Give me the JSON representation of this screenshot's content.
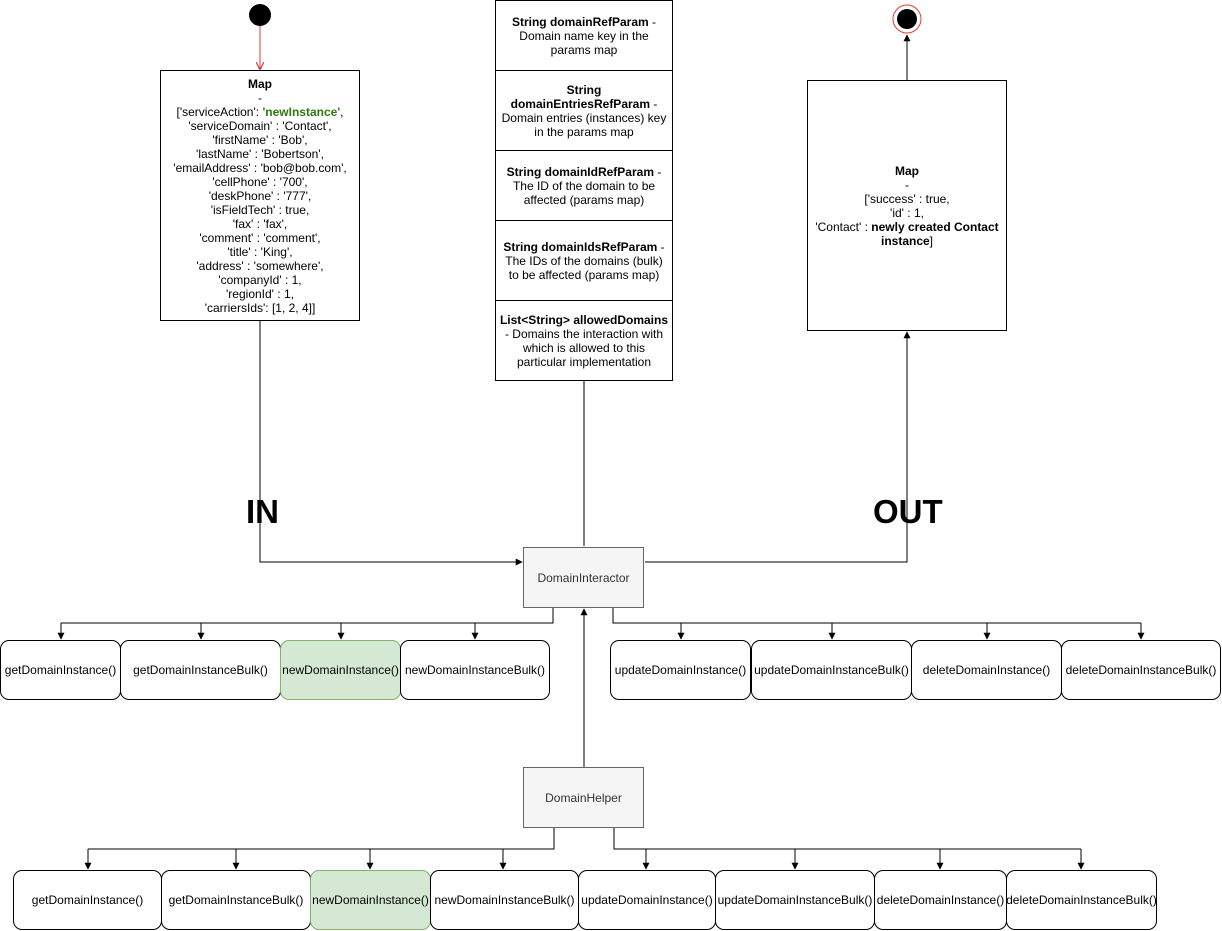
{
  "in_map": {
    "title": "Map",
    "dash": "-",
    "lines": [
      {
        "pre": "['serviceAction': ",
        "hl": "'newInstance'",
        "post": ","
      },
      {
        "pre": "'serviceDomain' : 'Contact',"
      },
      {
        "pre": "'firstName' : 'Bob',"
      },
      {
        "pre": "'lastName' : 'Bobertson',"
      },
      {
        "pre": "'emailAddress' : 'bob@bob.com',"
      },
      {
        "pre": "'cellPhone' : '700',"
      },
      {
        "pre": "'deskPhone' : '777',"
      },
      {
        "pre": "'isFieldTech' : true,"
      },
      {
        "pre": "'fax' : 'fax',"
      },
      {
        "pre": "'comment' : 'comment',"
      },
      {
        "pre": "'title' : 'King',"
      },
      {
        "pre": "'address' : 'somewhere',"
      },
      {
        "pre": "'companyId' : 1,"
      },
      {
        "pre": "'regionId' : 1,"
      },
      {
        "pre": "'carriersIds': [1, 2, 4]]"
      }
    ]
  },
  "params": [
    {
      "bold": "String domainRefParam",
      "rest": " - Domain name key in the params map"
    },
    {
      "bold": "String domainEntriesRefParam",
      "rest": " - Domain entries (instances) key in the params map"
    },
    {
      "bold": "String domainIdRefParam",
      "rest": " - The ID of the domain to be affected (params map)"
    },
    {
      "bold": "String domainIdsRefParam",
      "rest": " - The IDs of the domains (bulk) to be affected (params map)"
    },
    {
      "bold": "List<String> allowedDomains",
      "rest": " - Domains the interaction with which is allowed to this particular implementation"
    }
  ],
  "out_map": {
    "title": "Map",
    "dash": "-",
    "line1": "['success' : true,",
    "line2": "'id' : 1,",
    "line3_pre": "'Contact' : ",
    "line3_bold": "newly created Contact instance",
    "line3_post": "]"
  },
  "labels": {
    "in": "IN",
    "out": "OUT"
  },
  "classes": {
    "interactor": "DomainInteractor",
    "helper": "DomainHelper"
  },
  "interactor_methods": [
    {
      "label": "getDomainInstance()",
      "highlight": false
    },
    {
      "label": "getDomainInstanceBulk()",
      "highlight": false
    },
    {
      "label": "newDomainInstance()",
      "highlight": true
    },
    {
      "label": "newDomainInstanceBulk()",
      "highlight": false
    },
    {
      "label": "updateDomainInstance()",
      "highlight": false
    },
    {
      "label": "updateDomainInstanceBulk()",
      "highlight": false
    },
    {
      "label": "deleteDomainInstance()",
      "highlight": false
    },
    {
      "label": "deleteDomainInstanceBulk()",
      "highlight": false
    }
  ],
  "helper_methods": [
    {
      "label": "getDomainInstance()",
      "highlight": false
    },
    {
      "label": "getDomainInstanceBulk()",
      "highlight": false
    },
    {
      "label": "newDomainInstance()",
      "highlight": true
    },
    {
      "label": "newDomainInstanceBulk()",
      "highlight": false
    },
    {
      "label": "updateDomainInstance()",
      "highlight": false
    },
    {
      "label": "updateDomainInstanceBulk()",
      "highlight": false
    },
    {
      "label": "deleteDomainInstance()",
      "highlight": false
    },
    {
      "label": "deleteDomainInstanceBulk()",
      "highlight": false
    }
  ],
  "colors": {
    "start_arrow": "#e53935",
    "highlight_fill": "#d5e8d4",
    "highlight_stroke": "#82b366",
    "green_text": "#2d7a10",
    "end_ring": "#e53935"
  }
}
